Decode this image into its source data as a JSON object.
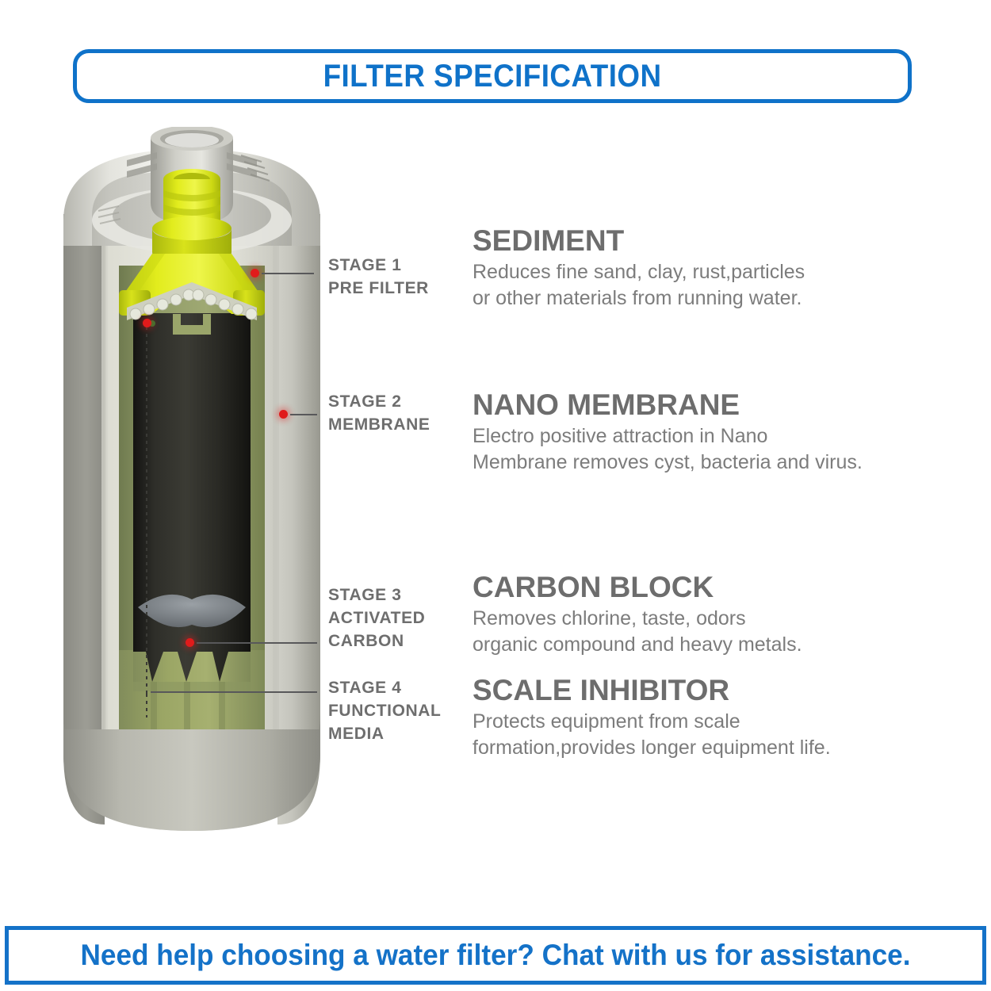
{
  "header": {
    "title": "FILTER SPECIFICATION"
  },
  "footer": {
    "text": "Need help choosing a water filter? Chat with us for assistance."
  },
  "colors": {
    "accent_blue": "#0f72c9",
    "footer_blue": "#1472c8",
    "label_grey": "#6e6e6e",
    "body_grey": "#7c7c7c",
    "marker_red": "#e01b1b",
    "leader_grey": "#58585a",
    "housing_grey": "#b9b9b2",
    "housing_grey_dark": "#8b8a84",
    "cap_white": "#e9e9e6",
    "nozzle_yellow": "#dbe516",
    "manifold_yellow": "#e0ea2a",
    "media_olive": "#8f9a65",
    "media_olive_dark": "#79835a",
    "carbon_black": "#262622",
    "bead_white": "#e2e4d8"
  },
  "stages": [
    {
      "id": "stage-1",
      "label": "STAGE 1\nPRE FILTER",
      "title": "SEDIMENT",
      "body": "Reduces fine sand, clay, rust,particles\nor other materials from running water."
    },
    {
      "id": "stage-2",
      "label": "STAGE 2\nMEMBRANE",
      "title": "NANO MEMBRANE",
      "body": "Electro positive attraction in Nano\nMembrane removes cyst, bacteria and virus."
    },
    {
      "id": "stage-3",
      "label": "STAGE 3\nACTIVATED\nCARBON",
      "title": "CARBON BLOCK",
      "body": "Removes chlorine, taste, odors\norganic compound and heavy metals."
    },
    {
      "id": "stage-4",
      "label": "STAGE 4\nFUNCTIONAL\nMEDIA",
      "title": "SCALE INHIBITOR",
      "body": "Protects equipment from scale\nformation,provides longer equipment life."
    }
  ],
  "illustration": {
    "alt": "cutaway-water-filter-cartridge"
  }
}
